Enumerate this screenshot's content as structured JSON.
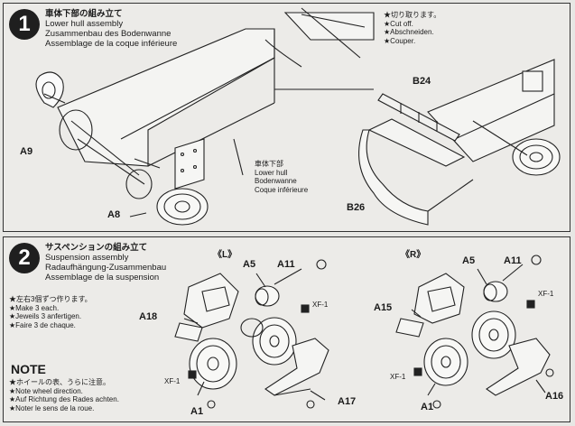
{
  "step1": {
    "number": "1",
    "title_jp": "車体下部の組み立て",
    "title_en": "Lower hull assembly",
    "title_de": "Zusammenbau des Bodenwanne",
    "title_fr": "Assemblage de la coque inférieure",
    "cut_note": [
      "★切り取ります。",
      "★Cut off.",
      "★Abschneiden.",
      "★Couper."
    ],
    "hull_callout": [
      "車体下部",
      "Lower hull",
      "Bodenwanne",
      "Coque inférieure"
    ],
    "parts": {
      "a9": "A9",
      "a8": "A8",
      "b24": "B24",
      "b26": "B26"
    }
  },
  "step2": {
    "number": "2",
    "title_jp": "サスペンションの組み立て",
    "title_en": "Suspension assembly",
    "title_de": "Radaufhängung-Zusammenbau",
    "title_fr": "Assemblage de la suspension",
    "make_note": [
      "★左右3個ずつ作ります。",
      "★Make 3 each.",
      "★Jeweils 3 anfertigen.",
      "★Faire 3 de chaque."
    ],
    "note_title": "NOTE",
    "note_lines": [
      "★ホイールの表、うらに注意。",
      "★Note wheel direction.",
      "★Auf Richtung des Rades achten.",
      "★Noter le sens de la roue."
    ],
    "left_label": "《L》",
    "right_label": "《R》",
    "left_parts": {
      "a5": "A5",
      "a11": "A11",
      "a18": "A18",
      "xf1_top": "XF-1",
      "xf1_bottom": "XF-1",
      "a1": "A1",
      "a17": "A17"
    },
    "right_parts": {
      "a5": "A5",
      "a11": "A11",
      "a15": "A15",
      "xf1_top": "XF-1",
      "xf1_bottom": "XF-1",
      "a1": "A1",
      "a16": "A16"
    }
  }
}
